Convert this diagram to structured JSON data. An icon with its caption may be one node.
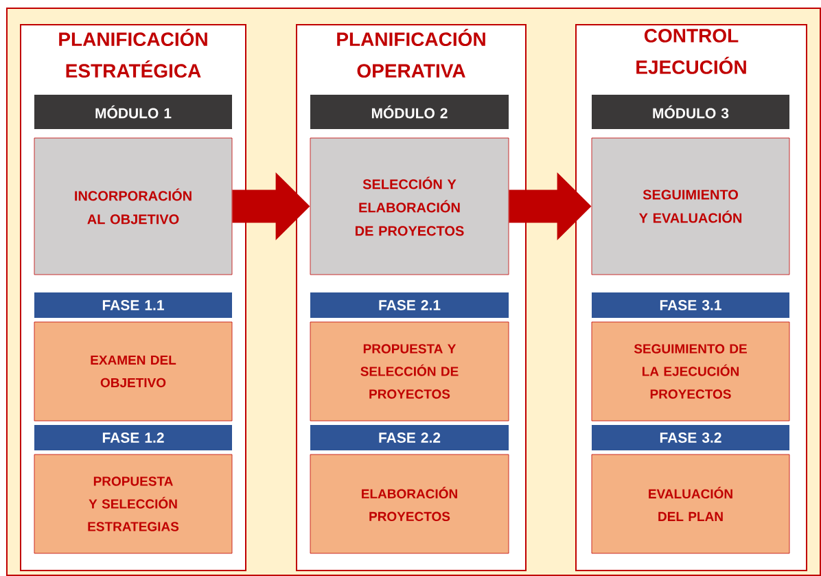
{
  "diagram": {
    "nodes": [
      {
        "text": [
          "PLANIFICACIÓN ESTRATÉGICA"
        ]
      },
      {
        "text": [
          "MÓDULO 1"
        ],
        "in": 0
      },
      {
        "text": [
          "INCORPORACIÓN AL OBJETIVO"
        ],
        "in": 0
      },
      {
        "text": [
          "FASE 1.1"
        ],
        "in": 0
      },
      {
        "text": [
          "EXAMEN DEL OBJETIVO"
        ],
        "in": 0
      },
      {
        "text": [
          "FASE 1.2"
        ],
        "in": 0
      },
      {
        "text": [
          "PROPUESTA Y SELECCIÓN ESTRATEGIAS"
        ],
        "in": 0
      },
      {
        "text": [
          "PLANIFICACIÓN OPERATIVA"
        ]
      },
      {
        "text": [
          "MÓDULO 2"
        ],
        "in": 7
      },
      {
        "text": [
          "SELECCIÓN Y ELABORACIÓN DE PROYECTOS"
        ],
        "in": 7
      },
      {
        "text": [
          "FASE 2.1"
        ],
        "in": 7
      },
      {
        "text": [
          "PROPUESTA Y SELECCIÓN DE PROYECTOS"
        ],
        "in": 7
      },
      {
        "text": [
          "FASE 2.2"
        ],
        "in": 7
      },
      {
        "text": [
          "ELABORACIÓN PROYECTOS"
        ],
        "in": 7
      },
      {
        "text": [
          "CONTROL EJECUCIÓN"
        ]
      },
      {
        "text": [
          "MÓDULO 3"
        ],
        "in": 14
      },
      {
        "text": [
          "SEGUIMIENTO Y EVALUACIÓN"
        ],
        "in": 14
      },
      {
        "text": [
          "FASE 3.1"
        ],
        "in": 14
      },
      {
        "text": [
          "SEGUIMIENTO DE LA EJECUCIÓN PROYECTOS"
        ],
        "in": 14
      },
      {
        "text": [
          "FASE 3.2"
        ],
        "in": 14
      },
      {
        "text": [
          "EVALUACIÓN DEL PLAN"
        ],
        "in": 14
      }
    ],
    "edges": [
      {
        "from": 2,
        "to": 9,
        "arrow": "to"
      },
      {
        "from": 9,
        "to": 16,
        "arrow": "to"
      }
    ]
  }
}
